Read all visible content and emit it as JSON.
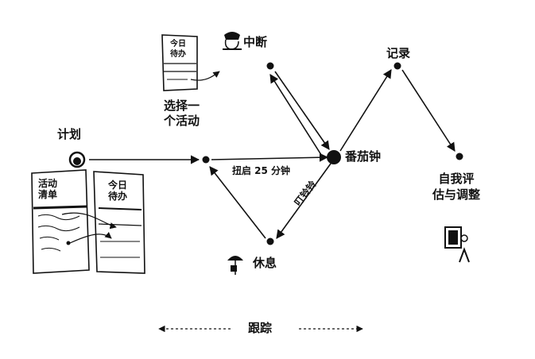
{
  "diagram": {
    "nodes": {
      "plan": "计划",
      "select": "选择一\n个活动",
      "start": "",
      "pomodoro": "番茄钟",
      "interrupt": "中断",
      "record": "记录",
      "review": "自我评\n估与调整",
      "rest": "休息"
    },
    "edge_labels": {
      "start_to_pomodoro": "扭启 25 分钟",
      "pomodoro_to_rest": "叮铃铃"
    },
    "sheets": {
      "activity_list_title": "活动\n清单",
      "todo_today_title": "今日\n待办"
    },
    "tracking": "跟踪"
  }
}
